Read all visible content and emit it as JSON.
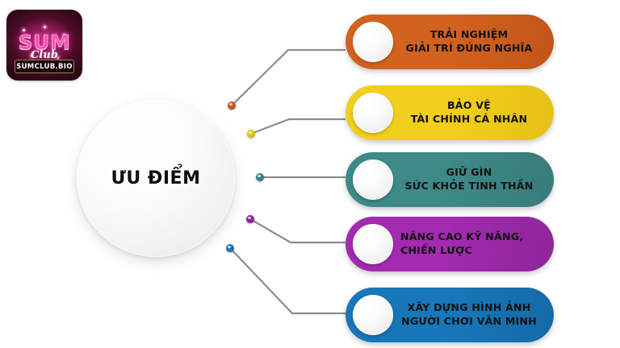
{
  "logo": {
    "name": "sum-club",
    "title_main": "SUM",
    "title_script": "Club",
    "domain": "SUMCLUB.BIO",
    "bg_color": "#5d0e2f",
    "accent_color": "#ff52b4"
  },
  "hub": {
    "label": "ƯU ĐIỂM",
    "text_color": "#0d0d0d",
    "fill_color": "#f4f4f5"
  },
  "connector_color": "#8d8d8d",
  "items": [
    {
      "index": 1,
      "line1": "TRẢI NGHIỆM",
      "line2": "GIẢI TRÍ ĐÚNG NGHĨA",
      "color": "#d2631f",
      "color_dark": "#c2541a",
      "dot_color": "#c25a1e",
      "text_color": "#111111",
      "align": "center"
    },
    {
      "index": 2,
      "line1": "BẢO VỆ",
      "line2": "TÀI CHÍNH CÁ NHÂN",
      "color": "#f2cf1c",
      "color_dark": "#e6c015",
      "dot_color": "#e3c31a",
      "text_color": "#111111",
      "align": "center"
    },
    {
      "index": 3,
      "line1": "GIỮ GÌN",
      "line2": "SỨC KHỎE TINH THẦN",
      "color": "#3e8a88",
      "color_dark": "#377b79",
      "dot_color": "#3a8280",
      "text_color": "#111111",
      "align": "center"
    },
    {
      "index": 4,
      "line1": "NÂNG CAO KỸ NĂNG,",
      "line2": "CHIẾN LƯỢC",
      "color": "#a22bb0",
      "color_dark": "#8e2599",
      "dot_color": "#8e2599",
      "text_color": "#111111",
      "align": "left"
    },
    {
      "index": 5,
      "line1": "XÂY DỰNG HÌNH ẢNH",
      "line2": "NGƯỜI CHƠI VĂN MINH",
      "color": "#1877b8",
      "color_dark": "#1569a6",
      "dot_color": "#1d76b5",
      "text_color": "#111111",
      "align": "center"
    }
  ]
}
